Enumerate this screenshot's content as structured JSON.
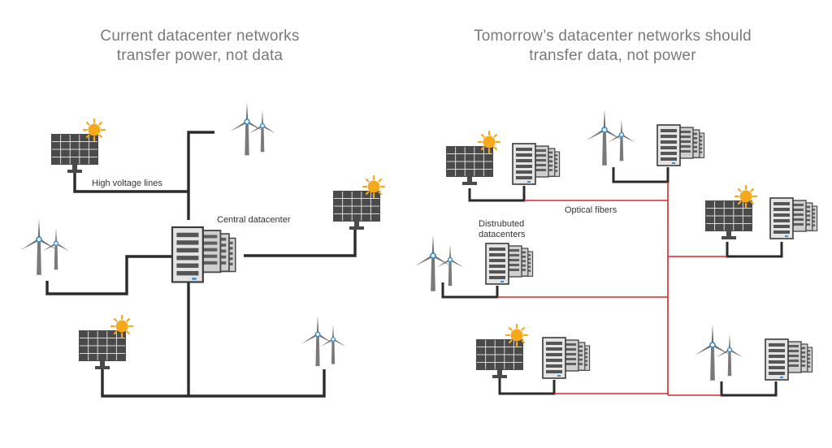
{
  "left_panel": {
    "title_line1": "Current datacenter networks",
    "title_line2": "transfer power, not data",
    "labels": {
      "high_voltage": "High voltage lines",
      "central": "Central datacenter"
    }
  },
  "right_panel": {
    "title_line1": "Tomorrow’s datacenter networks should",
    "title_line2": "transfer data, not power",
    "labels": {
      "optical": "Optical fibers",
      "distributed_line1": "Distrubuted",
      "distributed_line2": "datacenters"
    }
  },
  "colors": {
    "power_line": "#2b2b2b",
    "fiber_line": "#d8262e",
    "title_text": "#7a7a7a",
    "sun": "#f7a81b",
    "panel": "#4a4a4a",
    "turbine": "#6e6e6e",
    "hub": "#3b8ed0"
  },
  "icons": [
    "solar-panel-icon",
    "wind-turbine-icon",
    "server-rack-icon",
    "sun-icon"
  ]
}
